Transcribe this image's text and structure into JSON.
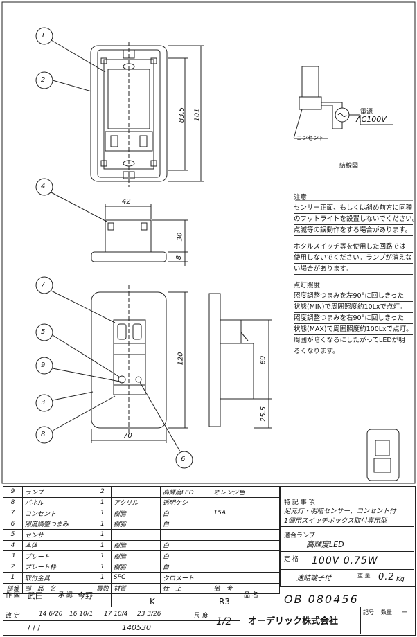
{
  "callouts": [
    "1",
    "2",
    "3",
    "4",
    "5",
    "6",
    "7",
    "8",
    "9"
  ],
  "dimensions": {
    "d835": "83.5",
    "d101": "101",
    "d42": "42",
    "d30": "30",
    "d8": "8",
    "d120": "120",
    "d69": "69",
    "d255": "25.5",
    "d70": "70"
  },
  "wiring": {
    "power_label": "電源",
    "power_voltage": "AC100V",
    "outlet_label": "コンセント",
    "diagram_title": "結線図"
  },
  "caution": {
    "title": "注意",
    "lines": [
      "センサー正面、もしくは斜め前方に同種",
      "のフットライトを設置しないでください。",
      "点滅等の誤動作をする場合があります。"
    ],
    "lines2": [
      "ホタルスイッチ等を使用した回路では",
      "使用しないでください。ランプが消えな",
      "い場合があります。"
    ]
  },
  "lighting": {
    "title": "点灯照度",
    "lines": [
      "照度調整つまみを左90°に回しきった",
      "状態(MIN)で周囲照度約10Lxで点灯。",
      "照度調整つまみを右90°に回しきった",
      "状態(MAX)で周囲照度約100Lxで点灯。",
      "周囲が暗くなるにしたがってLEDが明",
      "るくなります。"
    ]
  },
  "bom": {
    "rows": [
      {
        "no": "9",
        "name": "ランプ",
        "qty": "2",
        "material": "",
        "finish": "高輝度LED",
        "remark": "オレンジ色"
      },
      {
        "no": "8",
        "name": "パネル",
        "qty": "1",
        "material": "アクリル",
        "finish": "透明ケシ",
        "remark": ""
      },
      {
        "no": "7",
        "name": "コンセント",
        "qty": "1",
        "material": "樹脂",
        "finish": "白",
        "remark": "15A"
      },
      {
        "no": "6",
        "name": "照度調整つまみ",
        "qty": "1",
        "material": "樹脂",
        "finish": "白",
        "remark": ""
      },
      {
        "no": "5",
        "name": "センサー",
        "qty": "1",
        "material": "",
        "finish": "",
        "remark": ""
      },
      {
        "no": "4",
        "name": "本体",
        "qty": "1",
        "material": "樹脂",
        "finish": "白",
        "remark": ""
      },
      {
        "no": "3",
        "name": "プレート",
        "qty": "1",
        "material": "樹脂",
        "finish": "白",
        "remark": ""
      },
      {
        "no": "2",
        "name": "プレート枠",
        "qty": "1",
        "material": "樹脂",
        "finish": "白",
        "remark": ""
      },
      {
        "no": "1",
        "name": "取付金具",
        "qty": "1",
        "material": "SPC",
        "finish": "クロメート",
        "remark": ""
      }
    ],
    "header": {
      "no": "部番",
      "name": "部　品　名",
      "qty": "員数",
      "material": "材質",
      "finish": "仕　上",
      "remark": "備　考"
    }
  },
  "spec": {
    "special_label": "特 記 事 項",
    "special_line1": "足元灯・明暗センサー、コンセント付",
    "special_line2": "1個用スイッチボックス取付専用型",
    "lamp_label": "適合ランプ",
    "lamp_value": "高輝度LED",
    "rating_label": "定 格",
    "rating_value": "100V  0.75W",
    "terminal": "速結端子付",
    "weight_label": "重 量",
    "weight_value": "0.2",
    "weight_unit": "Kg"
  },
  "title_block": {
    "author_label": "作 図",
    "author": "武田",
    "approver_label": "承 認",
    "approver": "今野",
    "mark_k": "K",
    "mark_r3": "R3",
    "name_label": "品 名",
    "product_no": "OB 080456",
    "rev_label": "改 定",
    "rev1": "14 6/20",
    "rev2": "16 10/1",
    "rev3": "17 10/4",
    "rev4": "23 3/26",
    "slashes": "/      /      /",
    "drawing_no": "140530",
    "scale_label": "尺 度",
    "scale": "1/2",
    "company": "オーデリック株式会社",
    "symbol_label": "記号",
    "count_label": "数量",
    "sheet_label": "ー"
  }
}
